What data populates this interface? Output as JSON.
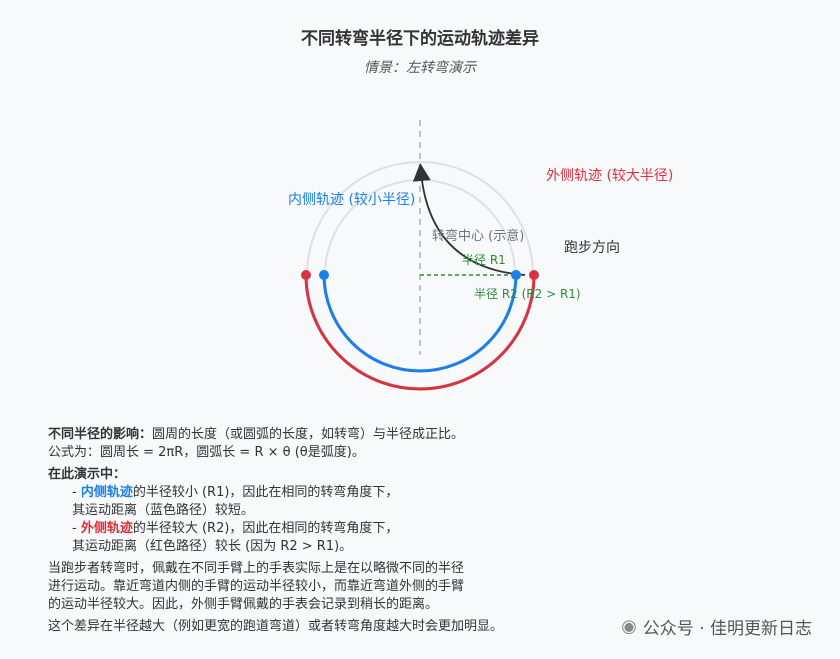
{
  "title": "不同转弯半径下的运动轨迹差异",
  "subtitle": "情景：左转弯演示",
  "diagram": {
    "inner_label": "内侧轨迹 (较小半径)",
    "outer_label": "外侧轨迹 (较大半径)",
    "center_label": "转弯中心 (示意)",
    "direction_label": "跑步方向",
    "r1_label": "半径 R1",
    "r2_label": "半径 R2 (R2 > R1)",
    "colors": {
      "inner": "#1a7fe8",
      "outer": "#d9323f",
      "radius": "#2e8b3a",
      "arrow": "#333333",
      "guide": "#d8dce3"
    }
  },
  "description": {
    "p1_bold": "不同半径的影响：",
    "p1_text": "圆周的长度（或圆弧的长度，如转弯）与半径成正比。",
    "p1_formula": "公式为：圆周长 = 2πR，圆弧长 = R × θ (θ是弧度)。",
    "p2_bold": "在此演示中：",
    "inner_dash": "- ",
    "inner_term": "内侧轨迹",
    "inner_text1": "的半径较小 (R1)，因此在相同的转弯角度下，",
    "inner_text2": "其运动距离（蓝色路径）较短。",
    "outer_dash": "- ",
    "outer_term": "外侧轨迹",
    "outer_text1": "的半径较大 (R2)，因此在相同的转弯角度下，",
    "outer_text2": "其运动距离（红色路径）较长 (因为 R2 > R1)。",
    "p3_line1": "当跑步者转弯时，佩戴在不同手臂上的手表实际上是在以略微不同的半径",
    "p3_line2": "进行运动。靠近弯道内侧的手臂的运动半径较小，而靠近弯道外侧的手臂",
    "p3_line3": "的运动半径较大。因此，外侧手臂佩戴的手表会记录到稍长的距离。",
    "p4": "这个差异在半径越大（例如更宽的跑道弯道）或者转弯角度越大时会更加明显。"
  },
  "watermark": "公众号 · 佳明更新日志"
}
